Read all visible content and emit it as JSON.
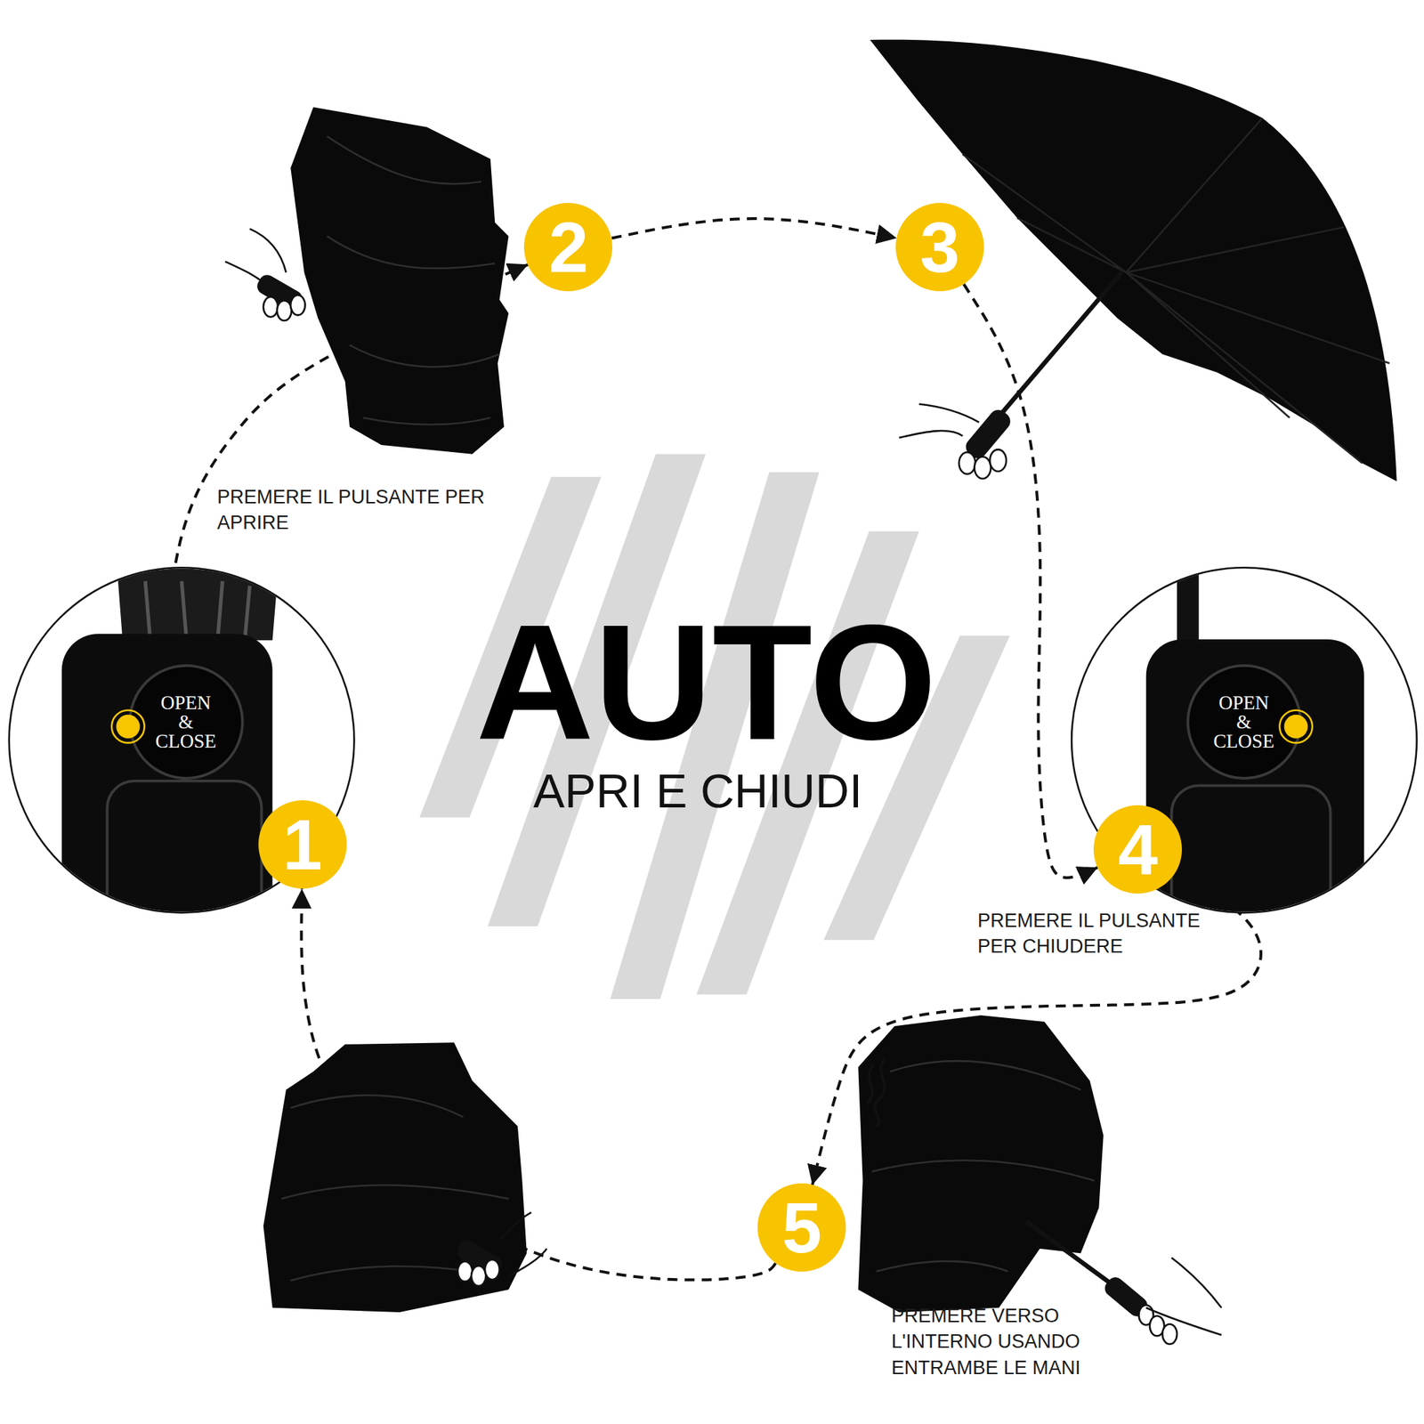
{
  "diagram": {
    "title": "AUTO",
    "nodes": [
      {
        "text": [
          "1"
        ]
      },
      {
        "text": [
          "2"
        ]
      },
      {
        "text": [
          "3"
        ]
      },
      {
        "text": [
          "4"
        ]
      },
      {
        "text": [
          "5"
        ]
      }
    ],
    "edges": [
      {
        "from": 0,
        "to": 1,
        "arrow": "to"
      },
      {
        "from": 1,
        "to": 2,
        "arrow": "to"
      },
      {
        "from": 2,
        "to": 3,
        "arrow": "to"
      },
      {
        "from": 3,
        "to": 4,
        "arrow": "to"
      },
      {
        "from": 4,
        "to": 0,
        "arrow": "to"
      }
    ],
    "labels": [
      "APRI E CHIUDI",
      "PREMERE IL PULSANTE PER APRIRE",
      "OPEN & CLOSE",
      "OPEN & CLOSE",
      "PREMERE IL PULSANTE PER CHIUDERE",
      "PREMERE VERSO L'INTERNO USANDO ENTRAMBE LE MANI"
    ]
  }
}
